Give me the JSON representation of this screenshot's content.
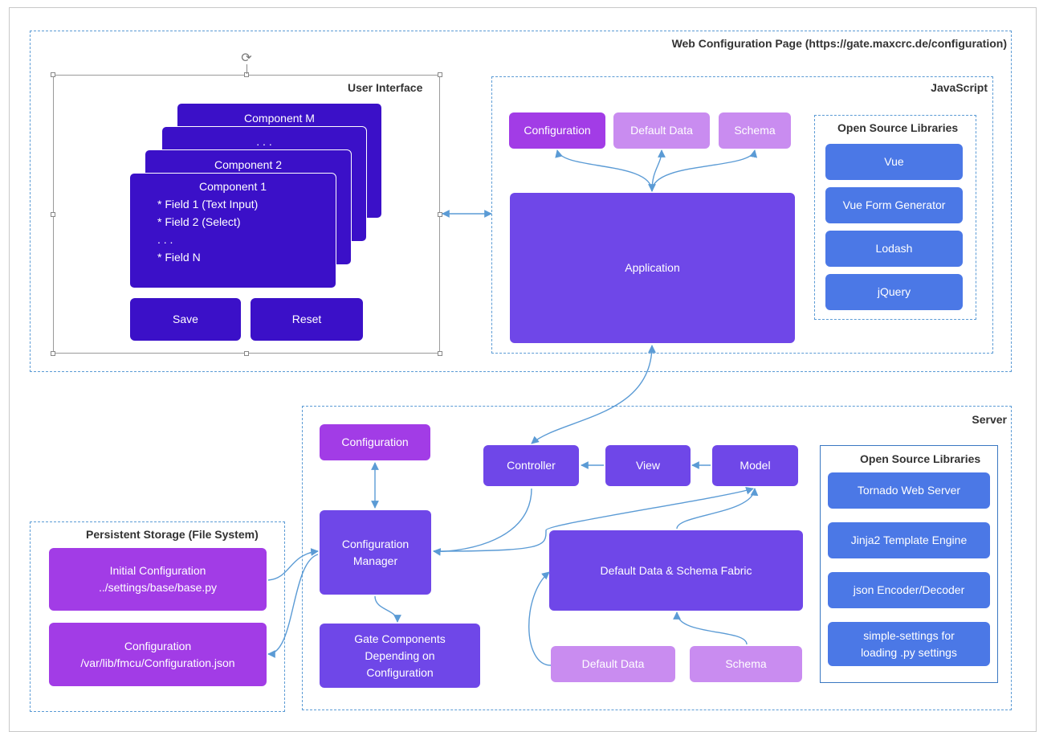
{
  "web_page": {
    "title": "Web Configuration Page  (https://gate.maxcrc.de/configuration)"
  },
  "user_interface": {
    "title": "User Interface",
    "components": [
      {
        "label": "Component M"
      },
      {
        "label": ". . ."
      },
      {
        "label": "Component 2"
      }
    ],
    "component1": {
      "title": "Component 1",
      "fields": [
        "* Field 1 (Text Input)",
        "* Field 2 (Select)",
        ". . .",
        "* Field N"
      ]
    },
    "save_label": "Save",
    "reset_label": "Reset"
  },
  "javascript": {
    "title": "JavaScript",
    "configuration": "Configuration",
    "default_data": "Default Data",
    "schema": "Schema",
    "application": "Application",
    "libraries": {
      "title": "Open Source Libraries",
      "items": [
        "Vue",
        "Vue Form Generator",
        "Lodash",
        "jQuery"
      ]
    }
  },
  "server": {
    "title": "Server",
    "configuration": "Configuration",
    "controller": "Controller",
    "view": "View",
    "model": "Model",
    "config_manager": "Configuration Manager",
    "gate_components": "Gate Components Depending on Configuration",
    "fabric": "Default Data & Schema Fabric",
    "default_data": "Default Data",
    "schema": "Schema",
    "libraries": {
      "title": "Open Source Libraries",
      "items": [
        "Tornado Web Server",
        "Jinja2 Template Engine",
        "json Encoder/Decoder",
        "simple-settings for loading .py settings"
      ]
    }
  },
  "storage": {
    "title": "Persistent Storage (File System)",
    "initial": {
      "line1": "Initial Configuration",
      "line2": "../settings/base/base.py"
    },
    "config": {
      "line1": "Configuration",
      "line2": "/var/lib/fmcu/Configuration.json"
    }
  },
  "rotate_icon": "rotate-icon",
  "colors": {
    "indigo": "#3b10c8",
    "violet": "#6f47e8",
    "magenta": "#a23ce6",
    "lilac": "#c98cf0",
    "blue": "#4b78e6",
    "arrow": "#5b9bd5"
  }
}
